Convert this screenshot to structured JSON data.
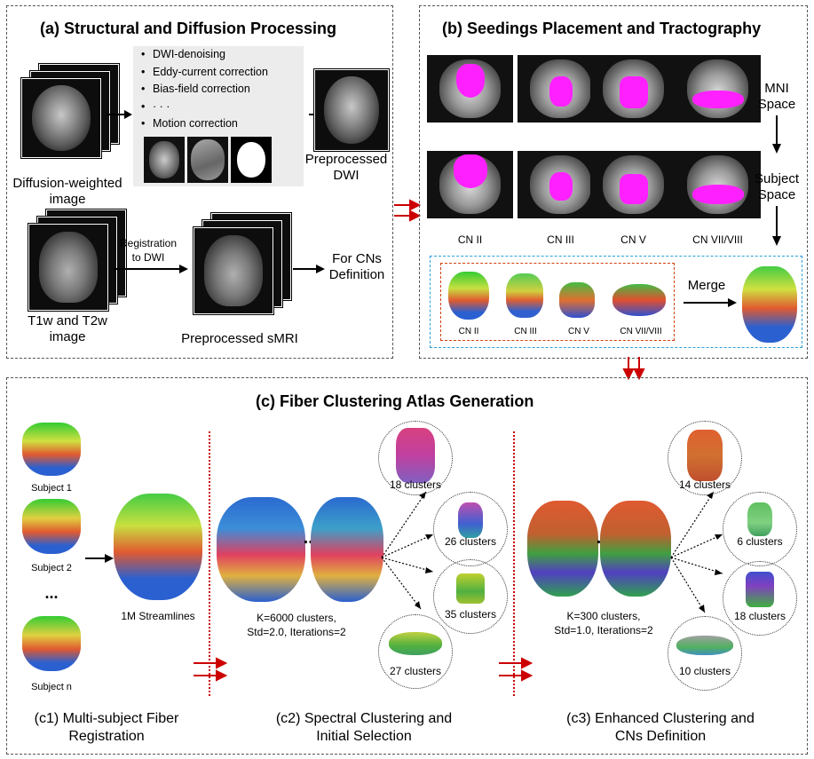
{
  "panel_a": {
    "title": "(a) Structural and Diffusion Processing",
    "steps": [
      "DWI-denoising",
      "Eddy-current correction",
      "Bias-field correction",
      "· · ·",
      "Motion correction"
    ],
    "dwi_label_1": "Diffusion-weighted",
    "dwi_label_2": "image",
    "pre_dwi_1": "Preprocessed",
    "pre_dwi_2": "DWI",
    "reg_1": "Registration",
    "reg_2": "to DWI",
    "for_cns_1": "For CNs",
    "for_cns_2": "Definition",
    "t1_1": "T1w and T2w",
    "t1_2": "image",
    "pre_smri": "Preprocessed sMRI"
  },
  "panel_b": {
    "title": "(b) Seedings Placement and Tractography",
    "mni_1": "MNI",
    "mni_2": "Space",
    "subj_1": "Subject",
    "subj_2": "Space",
    "cn_labels": [
      "CN II",
      "CN III",
      "CN V",
      "CN VII/VIII"
    ],
    "merge": "Merge"
  },
  "panel_c": {
    "title": "(c) Fiber Clustering Atlas Generation",
    "subjects": [
      "Subject 1",
      "Subject 2",
      "...",
      "Subject n"
    ],
    "streamlines": "1M Streamlines",
    "c2_params_1": "K=6000 clusters,",
    "c2_params_2": "Std=2.0, Iterations=2",
    "c2_clusters": [
      "18 clusters",
      "26 clusters",
      "35 clusters",
      "27 clusters"
    ],
    "c3_params_1": "K=300 clusters,",
    "c3_params_2": "Std=1.0, Iterations=2",
    "c3_clusters": [
      "14 clusters",
      "6 clusters",
      "18 clusters",
      "10 clusters"
    ],
    "ellipsis": "...",
    "c1_title_1": "(c1) Multi-subject Fiber",
    "c1_title_2": "Registration",
    "c2_title_1": "(c2) Spectral Clustering and",
    "c2_title_2": "Initial Selection",
    "c3_title_1": "(c3) Enhanced Clustering and",
    "c3_title_2": "CNs Definition"
  }
}
